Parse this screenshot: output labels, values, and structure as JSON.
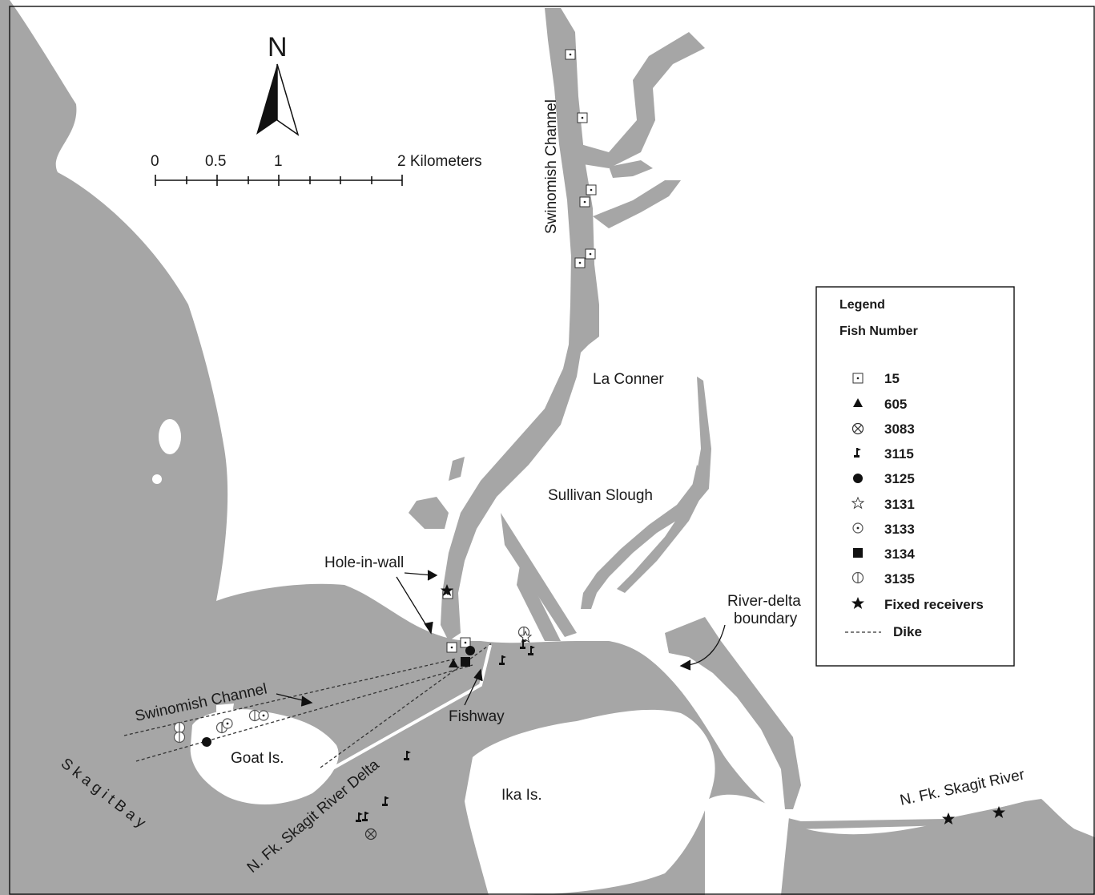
{
  "north_arrow": {
    "label": "N"
  },
  "scale_bar": {
    "ticks": [
      "0",
      "0.5",
      "1",
      "2 Kilometers"
    ]
  },
  "places": {
    "swinomish_channel_north": "Swinomish Channel",
    "swinomish_channel_south": "Swinomish Channel",
    "la_conner": "La Conner",
    "sullivan_slough": "Sullivan Slough",
    "hole_in_wall": "Hole-in-wall",
    "river_delta_line1": "River-delta",
    "river_delta_line2": "boundary",
    "fishway": "Fishway",
    "goat_island": "Goat Is.",
    "ika_island": "Ika Is.",
    "skagit_bay": "S k a g i t   B a y",
    "nfk_delta": "N. Fk. Skagit River Delta",
    "nfk_river": "N. Fk. Skagit River"
  },
  "legend": {
    "title": "Legend",
    "subtitle": "Fish Number",
    "items": [
      {
        "label": "15",
        "symbol": "square-dot"
      },
      {
        "label": "605",
        "symbol": "filled-triangle"
      },
      {
        "label": "3083",
        "symbol": "circle-x"
      },
      {
        "label": "3115",
        "symbol": "flag"
      },
      {
        "label": "3125",
        "symbol": "filled-circle"
      },
      {
        "label": "3131",
        "symbol": "open-star"
      },
      {
        "label": "3133",
        "symbol": "circle-dot"
      },
      {
        "label": "3134",
        "symbol": "filled-square"
      },
      {
        "label": "3135",
        "symbol": "circle-bar"
      },
      {
        "label": "Fixed receivers",
        "symbol": "filled-star"
      },
      {
        "label": "Dike",
        "symbol": "dashed-line"
      }
    ]
  },
  "colors": {
    "water": "#a6a6a6",
    "land": "#ffffff",
    "ink": "#1a1a1a"
  }
}
